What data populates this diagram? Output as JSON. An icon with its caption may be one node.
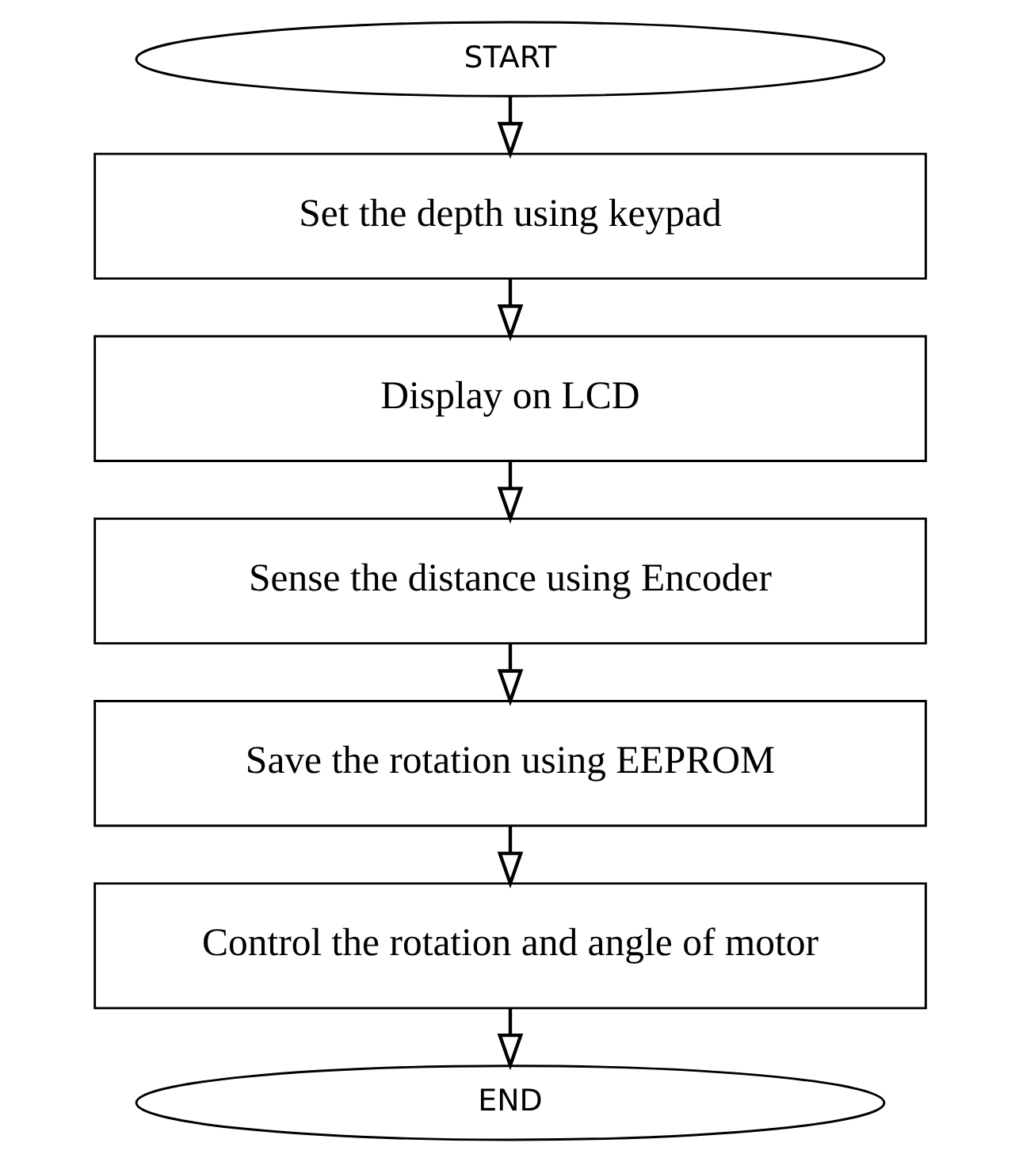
{
  "diagram": {
    "nodes": [
      {
        "text": [
          "START"
        ]
      },
      {
        "text": [
          "Set the depth using keypad"
        ]
      },
      {
        "text": [
          "Display on LCD"
        ]
      },
      {
        "text": [
          "Sense the distance using Encoder"
        ]
      },
      {
        "text": [
          "Save the rotation using EEPROM"
        ]
      },
      {
        "text": [
          "Control the rotation and angle of motor"
        ]
      },
      {
        "text": [
          "END"
        ]
      }
    ],
    "edges": [
      {
        "from": 0,
        "to": 1,
        "arrow": "to"
      },
      {
        "from": 1,
        "to": 2,
        "arrow": "to"
      },
      {
        "from": 2,
        "to": 3,
        "arrow": "to"
      },
      {
        "from": 3,
        "to": 4,
        "arrow": "to"
      },
      {
        "from": 4,
        "to": 5,
        "arrow": "to"
      },
      {
        "from": 5,
        "to": 6,
        "arrow": "to"
      }
    ]
  }
}
